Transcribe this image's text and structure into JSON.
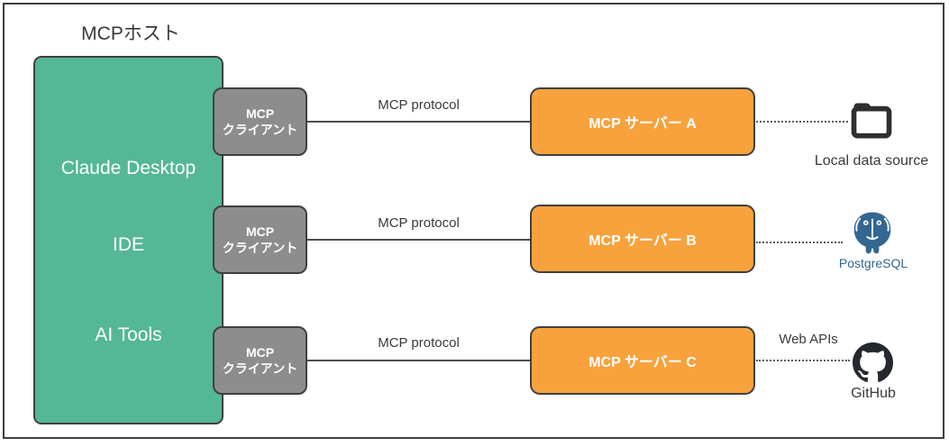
{
  "diagram": {
    "title": "MCPホスト",
    "host": {
      "apps": [
        "Claude Desktop",
        "IDE",
        "AI Tools"
      ]
    },
    "rows": [
      {
        "client_line1": "MCP",
        "client_line2": "クライアント",
        "protocol_label": "MCP protocol",
        "server_label": "MCP サーバー A",
        "resource_label": "Local data source",
        "resource_icon": "folder-icon"
      },
      {
        "client_line1": "MCP",
        "client_line2": "クライアント",
        "protocol_label": "MCP protocol",
        "server_label": "MCP サーバー B",
        "resource_label": "PostgreSQL",
        "resource_icon": "postgresql-icon"
      },
      {
        "client_line1": "MCP",
        "client_line2": "クライアント",
        "protocol_label": "MCP protocol",
        "server_label": "MCP サーバー C",
        "connection_label": "Web APIs",
        "resource_label": "GitHub",
        "resource_icon": "github-icon"
      }
    ]
  },
  "colors": {
    "teal": "#54B795",
    "orange": "#F7A23D",
    "gray": "#8D8D8D",
    "border": "#404040",
    "line": "#4D4D4D",
    "dotted": "#5B5B5B",
    "text": "#3A3A3A",
    "postgres_blue": "#336791",
    "github_dark": "#24292F",
    "icon_dark": "#2F2F2F"
  }
}
